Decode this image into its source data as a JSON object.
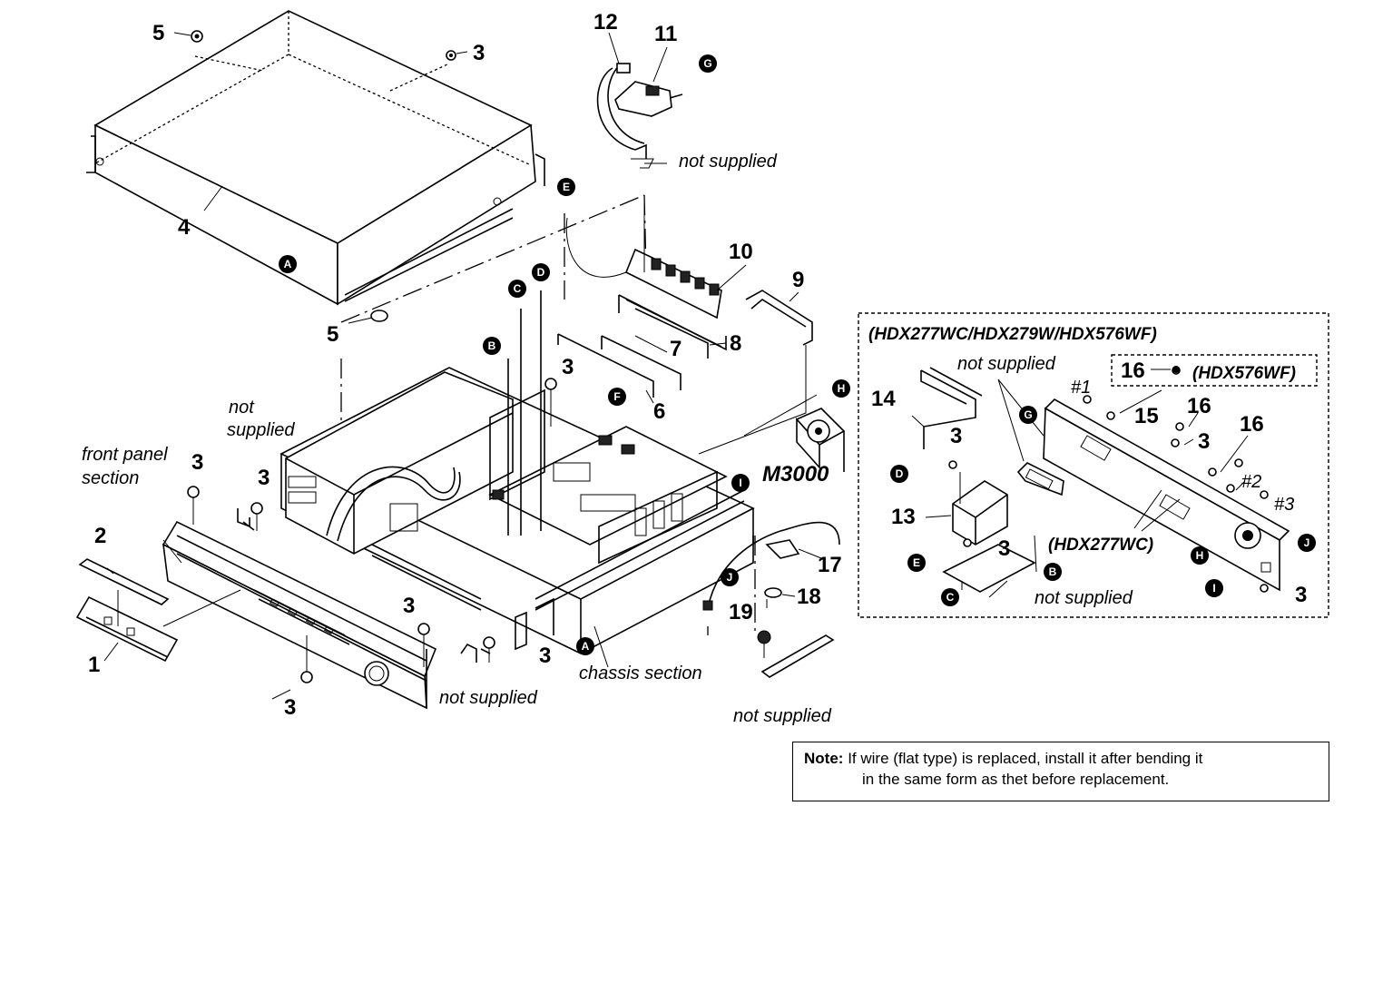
{
  "callouts": {
    "n1": "1",
    "n2": "2",
    "n3": "3",
    "n4": "4",
    "n5": "5",
    "n6": "6",
    "n7": "7",
    "n8": "8",
    "n9": "9",
    "n10": "10",
    "n11": "11",
    "n12": "12",
    "n13": "13",
    "n14": "14",
    "n15": "15",
    "n16": "16",
    "n17": "17",
    "n18": "18",
    "n19": "19",
    "m3000": "M3000"
  },
  "letters": {
    "A": "A",
    "B": "B",
    "C": "C",
    "D": "D",
    "E": "E",
    "F": "F",
    "G": "G",
    "H": "H",
    "I": "I",
    "J": "J"
  },
  "captions": {
    "not_supplied": "not supplied",
    "not": "not",
    "supplied": "supplied",
    "front_panel": "front panel",
    "section": "section",
    "chassis_section": "chassis section"
  },
  "inset": {
    "models_title": "(HDX277WC/HDX279W/HDX576WF)",
    "model_576": "(HDX576WF)",
    "model_277": "(HDX277WC)",
    "hash1": "#1",
    "hash2": "#2",
    "hash3": "#3"
  },
  "note": {
    "label": "Note:",
    "line1": "If wire (flat type) is replaced, install it after bending it",
    "line2": "in the same form as thet before replacement."
  }
}
